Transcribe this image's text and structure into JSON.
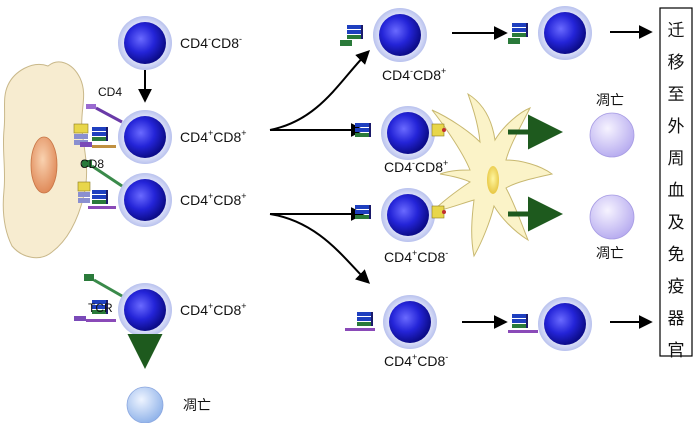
{
  "labels": {
    "top_cell": {
      "base1": "CD4",
      "sup1": "-",
      "base2": "CD8",
      "sup2": "-"
    },
    "dp_cell_1": {
      "base1": "CD4",
      "sup1": "+",
      "base2": "CD8",
      "sup2": "+"
    },
    "dp_cell_2": {
      "base1": "CD4",
      "sup1": "+",
      "base2": "CD8",
      "sup2": "+"
    },
    "dp_cell_3": {
      "base1": "CD4",
      "sup1": "+",
      "base2": "CD8",
      "sup2": "+"
    },
    "right_top": {
      "base1": "CD4",
      "sup1": "-",
      "base2": "CD8",
      "sup2": "+"
    },
    "right_mid1": {
      "base1": "CD4",
      "sup1": "-",
      "base2": "CD8",
      "sup2": "+"
    },
    "right_mid2": {
      "base1": "CD4",
      "sup1": "+",
      "base2": "CD8",
      "sup2": "-"
    },
    "right_bottom": {
      "base1": "CD4",
      "sup1": "+",
      "base2": "CD8",
      "sup2": "-"
    }
  },
  "receptors": {
    "cd4": "CD4",
    "cd8": "CD8",
    "tcr": "TCR"
  },
  "apoptosis": [
    "凋亡",
    "凋亡",
    "凋亡"
  ],
  "destination_box": "迁移至外周血及免疫器官",
  "colors": {
    "cell_blue": "#2222cc",
    "apoptotic_purple": "#c9c0f0",
    "apoptotic_blue": "#a8c4f0",
    "epithelial": "#f7ecd0",
    "dendritic": "#fbf3c8",
    "death_arrow": "#1e5a1e"
  }
}
